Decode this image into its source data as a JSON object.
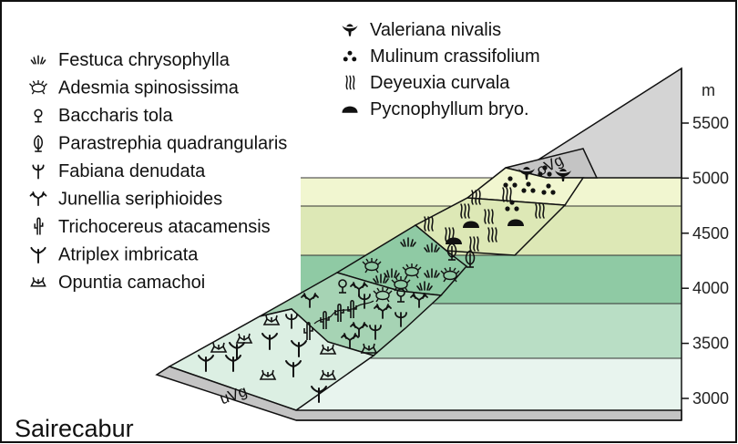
{
  "title": "Sairecabur",
  "axis": {
    "unit": "m",
    "ticks": [
      {
        "value": 5500,
        "label": "5500"
      },
      {
        "value": 5000,
        "label": "5000"
      },
      {
        "value": 4500,
        "label": "4500"
      },
      {
        "value": 4000,
        "label": "4000"
      },
      {
        "value": 3500,
        "label": "3500"
      },
      {
        "value": 3000,
        "label": "3000"
      }
    ]
  },
  "zones": {
    "upper": "oVg",
    "lower": "uVg"
  },
  "legend_left": [
    {
      "label": "Festuca chrysophylla",
      "icon": "festuca-icon"
    },
    {
      "label": "Adesmia spinosissima",
      "icon": "adesmia-icon"
    },
    {
      "label": "Baccharis tola",
      "icon": "baccharis-icon"
    },
    {
      "label": "Parastrephia quadrangularis",
      "icon": "parastrephia-icon"
    },
    {
      "label": "Fabiana denudata",
      "icon": "fabiana-icon"
    },
    {
      "label": "Junellia seriphioides",
      "icon": "junellia-icon"
    },
    {
      "label": "Trichocereus atacamensis",
      "icon": "trichocereus-icon"
    },
    {
      "label": "Atriplex imbricata",
      "icon": "atriplex-icon"
    },
    {
      "label": "Opuntia camachoi",
      "icon": "opuntia-icon"
    }
  ],
  "legend_right": [
    {
      "label": "Valeriana nivalis",
      "icon": "valeriana-icon"
    },
    {
      "label": "Mulinum crassifolium",
      "icon": "mulinum-icon"
    },
    {
      "label": "Deyeuxia curvala",
      "icon": "deyeuxia-icon"
    },
    {
      "label": "Pycnophyllum bryo.",
      "icon": "pycnophyllum-icon"
    }
  ],
  "colors": {
    "band_5000": "#f1f6d0",
    "band_4500": "#dde8b6",
    "band_4000": "#8fcaa4",
    "band_3500": "#b9dec5",
    "band_3000": "#e8f4ee",
    "slope_gray": "#c4c4c4",
    "sky_gray": "#d4d4d4"
  }
}
